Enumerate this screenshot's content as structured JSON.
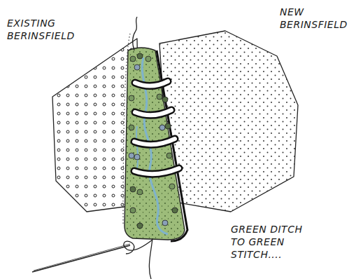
{
  "diagram": {
    "labels": [
      "EXISTING BERINSFIELD",
      "NEW BERINSFIELD",
      "GREEN DITCH TO GREEN STITCH...."
    ]
  }
}
